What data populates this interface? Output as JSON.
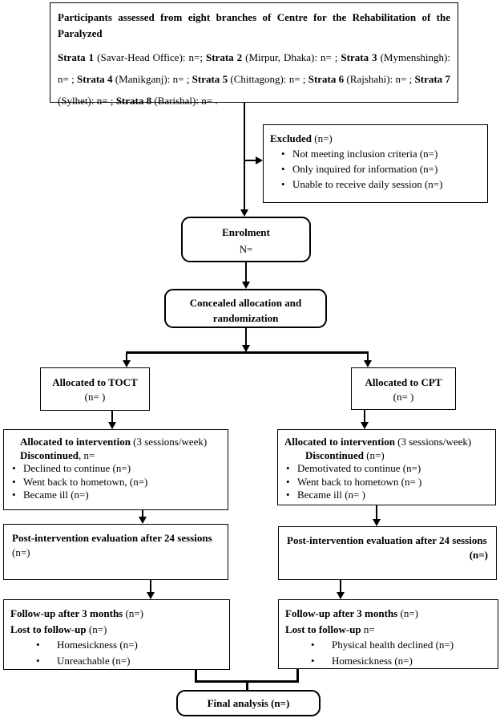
{
  "colors": {
    "border": "#000000",
    "text": "#000000",
    "background": "#ffffff"
  },
  "flowchart": {
    "top_box": {
      "title": "Participants assessed from eight branches of Centre for the Rehabilitation of the Paralyzed",
      "strata": [
        {
          "label": "Strata 1",
          "detail": " (Savar-Head Office): n=; "
        },
        {
          "label": "Strata 2",
          "detail": " (Mirpur, Dhaka): n= ; "
        },
        {
          "label": "Strata 3",
          "detail": " (Mymenshingh): n= ; "
        },
        {
          "label": "Strata 4",
          "detail": " (Manikganj): n= ; "
        },
        {
          "label": "Strata 5",
          "detail": " (Chittagong): n= ; "
        },
        {
          "label": "Strata 6",
          "detail": " (Rajshahi): n= ; "
        },
        {
          "label": "Strata 7",
          "detail": " (Sylhet): n= ; "
        },
        {
          "label": "Strata 8",
          "detail": " (Barishal): n= ."
        }
      ]
    },
    "excluded_box": {
      "title": "Excluded",
      "title_suffix": " (n=)",
      "items": [
        "Not meeting inclusion criteria (n=)",
        "Only inquired for information (n=)",
        "Unable to receive daily session (n=)"
      ]
    },
    "enrolment_box": {
      "title": "Enrolment",
      "subtitle": "N="
    },
    "allocation_box": {
      "title": "Concealed allocation and randomization"
    },
    "toct_box": {
      "title": "Allocated to TOCT",
      "subtitle": "(n= )"
    },
    "cpt_box": {
      "title": "Allocated to CPT",
      "subtitle": "(n= )"
    },
    "left_intervention_box": {
      "title": "Allocated to intervention",
      "title_suffix": " (3 sessions/week)",
      "subtitle": "Discontinued",
      "subtitle_suffix": ", n=",
      "items": [
        "Declined to continue (n=)",
        "Went back to hometown, (n=)",
        "Became ill (n=)"
      ]
    },
    "right_intervention_box": {
      "title": "Allocated to intervention",
      "title_suffix": " (3 sessions/week)",
      "subtitle": "Discontinued",
      "subtitle_suffix": " (n=)",
      "items": [
        "Demotivated to continue (n=)",
        "Went back to hometown (n= )",
        "Became ill (n= )"
      ]
    },
    "left_post_box": {
      "title": "Post-intervention evaluation after 24 sessions",
      "subtitle": "(n=)"
    },
    "right_post_box": {
      "title": "Post-intervention evaluation after 24 sessions",
      "subtitle": "(n=)"
    },
    "left_followup_box": {
      "line1": "Follow-up after 3 months",
      "line1_suffix": " (n=)",
      "line2": "Lost to follow-up",
      "line2_suffix": " (n=)",
      "items": [
        "Homesickness (n=)",
        "Unreachable (n=)"
      ]
    },
    "right_followup_box": {
      "line1": "Follow-up after 3 months",
      "line1_suffix": " (n=)",
      "line2": "Lost to follow-up",
      "line2_suffix": " n=",
      "items": [
        "Physical health declined (n=)",
        "Homesickness (n=)"
      ]
    },
    "final_box": {
      "title": "Final analysis (n=)"
    },
    "bullet_glyph": "•"
  }
}
